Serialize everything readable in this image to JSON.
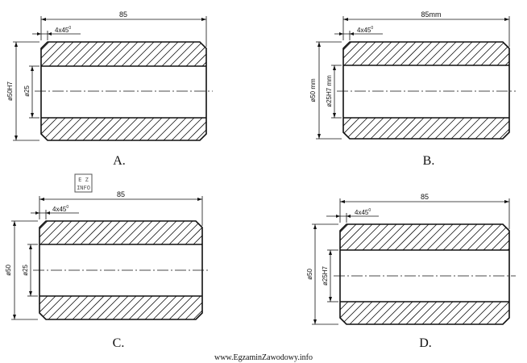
{
  "figures": [
    {
      "letter": "A.",
      "length": "85",
      "chamfer": "4x45",
      "chamfer_deg": "0",
      "outer": "ø50H7",
      "inner": "ø25"
    },
    {
      "letter": "B.",
      "length": "85mm",
      "chamfer": "4x45",
      "chamfer_deg": "0",
      "outer": "ø50 mm",
      "inner": "ø25H7 mm"
    },
    {
      "letter": "C.",
      "length": "85",
      "chamfer": "4x45",
      "chamfer_deg": "0",
      "outer": "ø50",
      "inner": "ø25"
    },
    {
      "letter": "D.",
      "length": "85",
      "chamfer": "4x45",
      "chamfer_deg": "0",
      "outer": "ø50",
      "inner": "ø25H7"
    }
  ],
  "logo": {
    "line1": "E Z",
    "line2": "INFO"
  },
  "footer": "www.EgzaminZawodowy.info"
}
